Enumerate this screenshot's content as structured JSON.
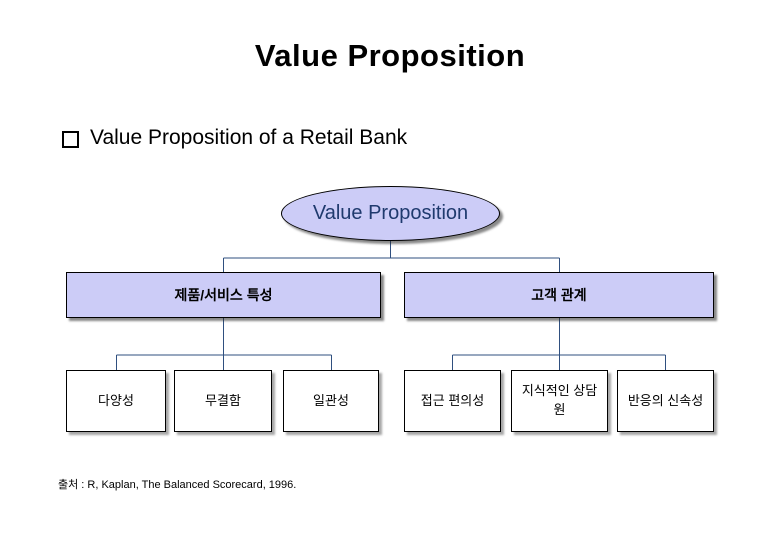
{
  "slide": {
    "title": "Value Proposition",
    "bullet": {
      "icon": "hollow-square-bullet",
      "text": "Value Proposition of a Retail Bank"
    },
    "source_note": "출처 : R, Kaplan, The Balanced Scorecard, 1996."
  },
  "diagram": {
    "root": {
      "label": "Value Proposition"
    },
    "branches": [
      {
        "label": "제품/서비스 특성"
      },
      {
        "label": "고객 관계"
      }
    ],
    "leaves": [
      {
        "label": "다양성"
      },
      {
        "label": "무결함"
      },
      {
        "label": "일관성"
      },
      {
        "label": "접근 편의성"
      },
      {
        "label": "지식적인 상담원"
      },
      {
        "label": "반응의 신속성"
      }
    ]
  },
  "colors": {
    "node_fill": "#CCCCF7",
    "node_border": "#000000",
    "root_text": "#1F3A6E",
    "connector": "#2F4F7F",
    "leaf_fill": "#FFFFFF",
    "background": "#FFFFFF"
  }
}
